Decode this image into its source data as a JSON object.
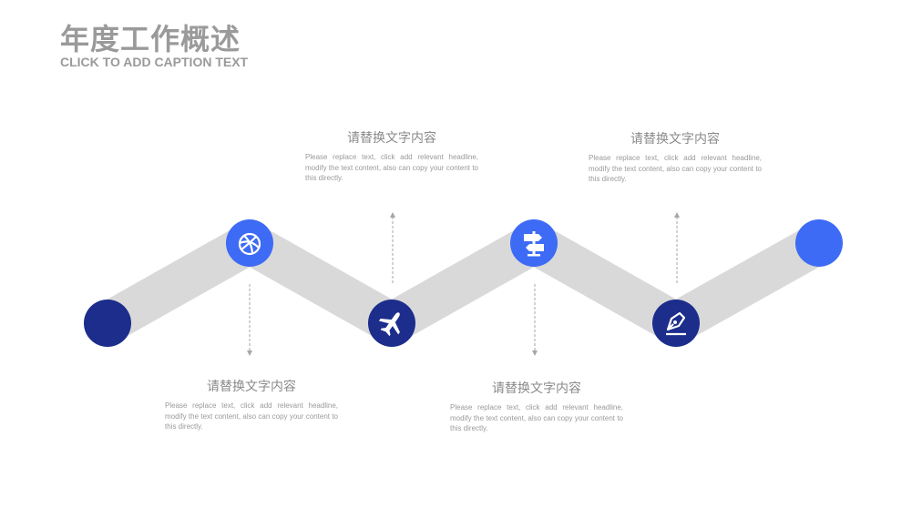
{
  "header": {
    "title": "年度工作概述",
    "subtitle": "CLICK TO ADD CAPTION TEXT"
  },
  "colors": {
    "track": "#d9d9d9",
    "dark_blue": "#1c2d8c",
    "bright_blue": "#3d6bf5",
    "arrow": "#a6a6a6",
    "text_gray": "#8a8a8a"
  },
  "nodes": [
    {
      "icon": "",
      "color": "#1c2d8c"
    },
    {
      "icon": "basketball-icon",
      "color": "#3d6bf5"
    },
    {
      "icon": "airplane-icon",
      "color": "#1c2d8c"
    },
    {
      "icon": "signpost-icon",
      "color": "#3d6bf5"
    },
    {
      "icon": "pen-nib-icon",
      "color": "#1c2d8c"
    },
    {
      "icon": "",
      "color": "#3d6bf5"
    }
  ],
  "blocks": [
    {
      "heading": "请替换文字内容",
      "body": "Please replace text, click add relevant headline, modify the text content, also can copy your content to this directly."
    },
    {
      "heading": "请替换文字内容",
      "body": "Please replace text, click add relevant headline, modify the text content, also can copy your content to this directly."
    },
    {
      "heading": "请替换文字内容",
      "body": "Please replace text, click add relevant headline, modify the text content, also can copy your content to this directly."
    },
    {
      "heading": "请替换文字内容",
      "body": "Please replace text, click add relevant headline, modify the text content, also can copy your content to this directly."
    }
  ]
}
